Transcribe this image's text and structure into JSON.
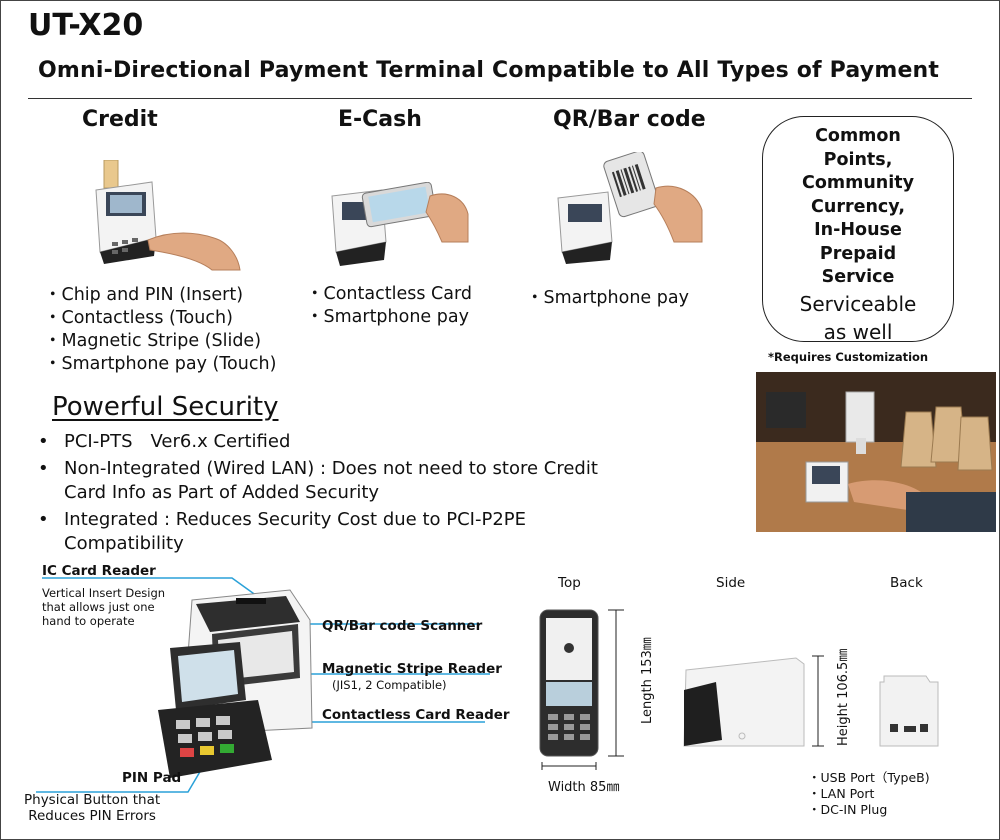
{
  "header": {
    "model": "UT-X20",
    "subtitle": "Omni-Directional Payment Terminal Compatible to All Types of Payment"
  },
  "categories": [
    {
      "title": "Credit",
      "features": [
        "Chip and PIN (Insert)",
        "Contactless (Touch)",
        "Magnetic Stripe (Slide)",
        "Smartphone pay (Touch)"
      ]
    },
    {
      "title": "E-Cash",
      "features": [
        "Contactless Card",
        "Smartphone pay"
      ]
    },
    {
      "title": "QR/Bar code",
      "features": [
        "Smartphone pay"
      ]
    }
  ],
  "bubble": {
    "bold_lines": [
      "Common",
      "Points,",
      "Community",
      "Currency,",
      "In-House",
      "Prepaid",
      "Service"
    ],
    "normal_lines": [
      "Serviceable",
      "as well"
    ],
    "note": "*Requires Customization"
  },
  "security": {
    "title": "Powerful Security",
    "items": [
      "PCI-PTS　Ver6.x Certified",
      "Non-Integrated (Wired LAN) : Does not need to store Credit Card Info as Part of Added Security",
      "Integrated : Reduces Security Cost due to PCI-P2PE Compatibility"
    ]
  },
  "callouts": {
    "ic_reader": {
      "title": "IC Card Reader",
      "desc_lines": [
        "Vertical Insert Design",
        "that allows just one",
        "hand to operate"
      ]
    },
    "qr_scanner": {
      "title": "QR/Bar code Scanner"
    },
    "magnetic": {
      "title": "Magnetic Stripe Reader",
      "desc": "(JIS1, 2 Compatible)"
    },
    "contactless": {
      "title": "Contactless Card Reader"
    },
    "pin_pad": {
      "title": "PIN Pad",
      "desc_lines": [
        "Physical Button that",
        "Reduces PIN Errors"
      ]
    }
  },
  "views": {
    "top": {
      "label": "Top",
      "length": "Length 153㎜",
      "width": "Width 85㎜"
    },
    "side": {
      "label": "Side",
      "height": "Height 106.5㎜"
    },
    "back": {
      "label": "Back",
      "ports": [
        "USB Port（TypeB)",
        "LAN Port",
        "DC-IN Plug"
      ]
    }
  },
  "colors": {
    "callout_line": "#2aa1d8",
    "accent_red": "#d00000"
  }
}
